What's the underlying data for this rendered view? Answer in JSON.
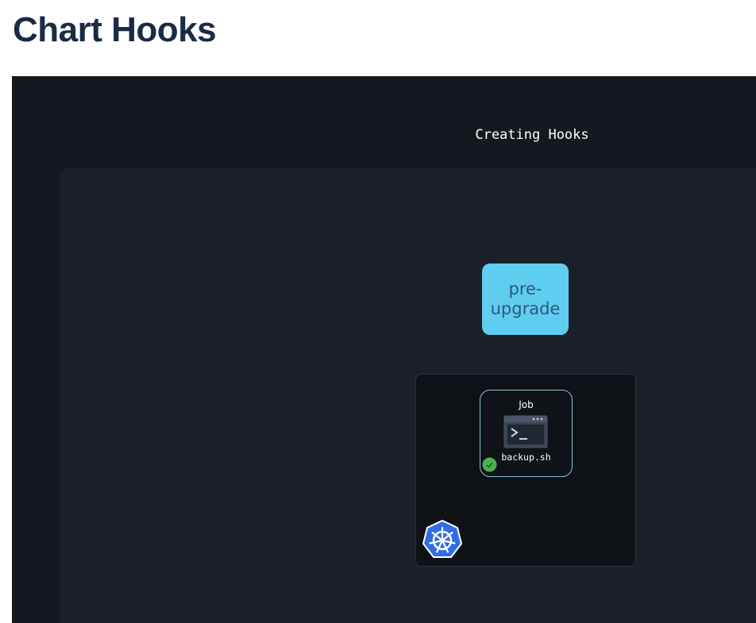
{
  "page": {
    "title": "Chart Hooks"
  },
  "diagram": {
    "title": "Creating Hooks",
    "hook": {
      "label": "pre-\nupgrade",
      "color": "#5fcdf0"
    },
    "job": {
      "label": "Job",
      "script": "backup.sh",
      "status_color": "#4caf50"
    },
    "icons": {
      "terminal": "terminal-icon",
      "status": "status-check-icon",
      "cluster": "kubernetes-icon"
    },
    "colors": {
      "stage_background": "#15181e",
      "cluster_background": "#1b1f29",
      "k8s_background": "#0e1116",
      "job_border": "#8ec3d6",
      "kubernetes_blue": "#326ce5"
    }
  }
}
